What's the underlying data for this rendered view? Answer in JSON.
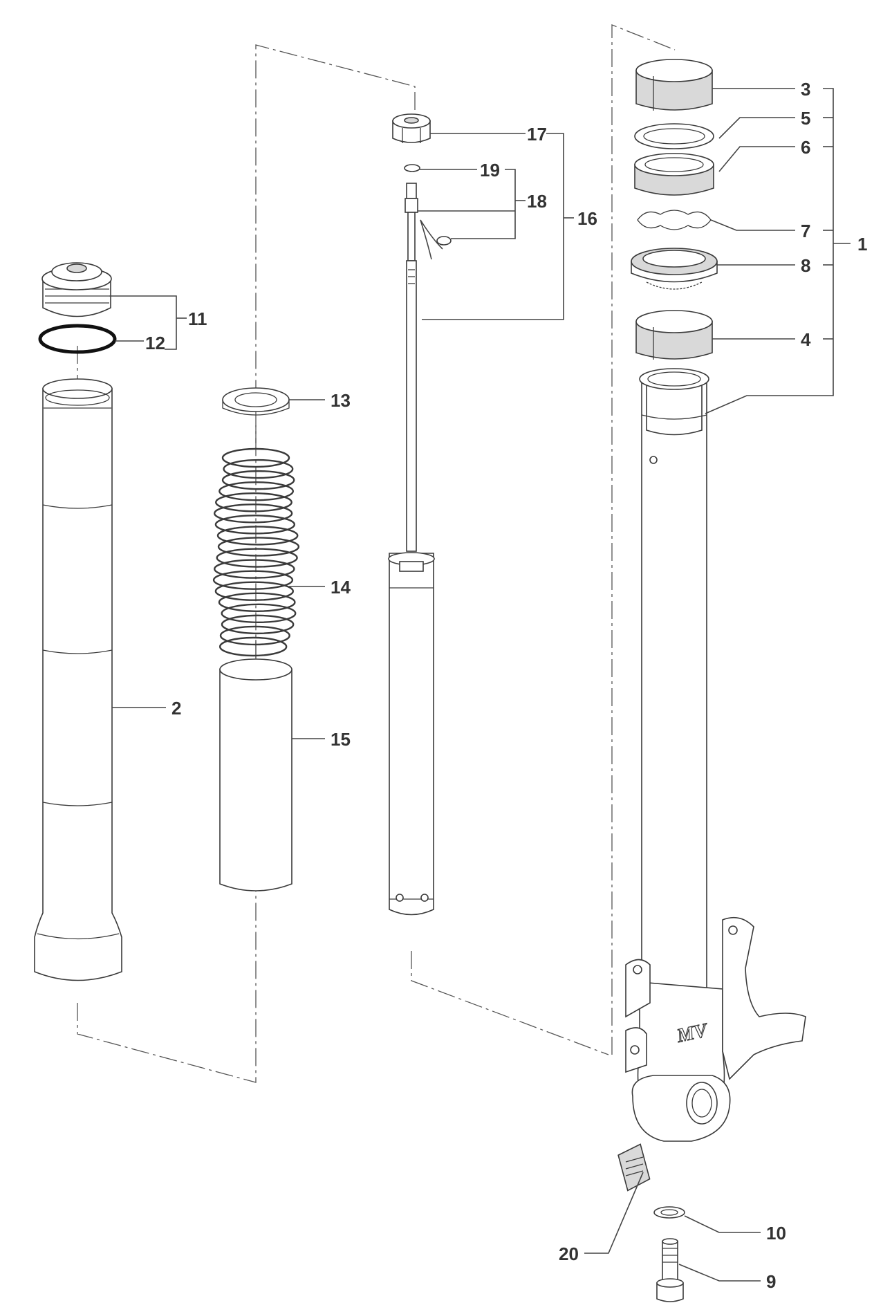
{
  "diagram": {
    "labels": {
      "p1": "1",
      "p2": "2",
      "p3": "3",
      "p4": "4",
      "p5": "5",
      "p6": "6",
      "p7": "7",
      "p8": "8",
      "p9": "9",
      "p10": "10",
      "p11": "11",
      "p12": "12",
      "p13": "13",
      "p14": "14",
      "p15": "15",
      "p16": "16",
      "p17": "17",
      "p18": "18",
      "p19": "19",
      "p20": "20"
    },
    "logo_text": "MV"
  }
}
